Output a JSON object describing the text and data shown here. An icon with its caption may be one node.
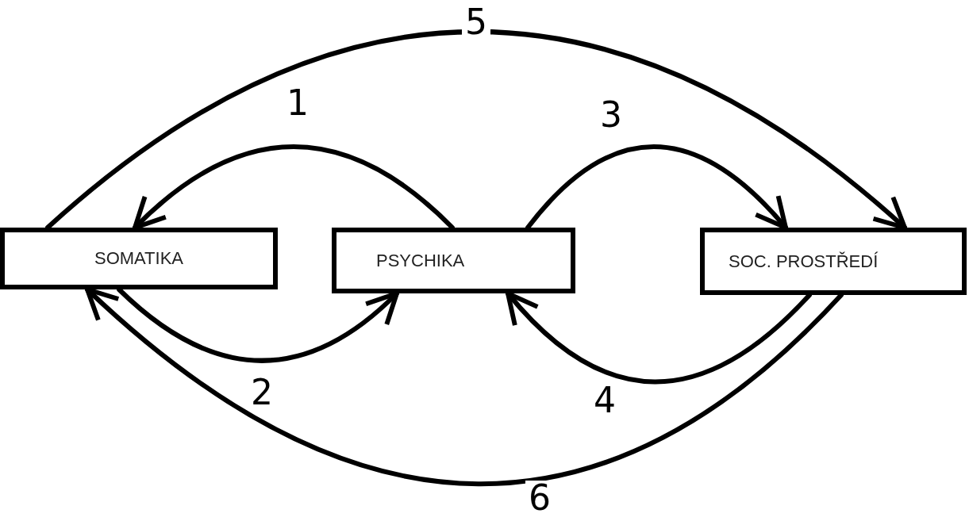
{
  "diagram": {
    "nodes": [
      {
        "text": [
          "SOMATIKA"
        ]
      },
      {
        "text": [
          "PSYCHIKA"
        ]
      },
      {
        "text": [
          "SOC. PROSTŘEDÍ"
        ]
      }
    ],
    "edges": [
      {
        "from": 1,
        "to": 0,
        "arrow": "to",
        "label": "1"
      },
      {
        "from": 0,
        "to": 1,
        "arrow": "to",
        "label": "2"
      },
      {
        "from": 1,
        "to": 2,
        "arrow": "to",
        "label": "3"
      },
      {
        "from": 2,
        "to": 1,
        "arrow": "to",
        "label": "4"
      },
      {
        "from": 0,
        "to": 2,
        "arrow": "to",
        "label": "5"
      },
      {
        "from": 2,
        "to": 0,
        "arrow": "to",
        "label": "6"
      }
    ]
  }
}
